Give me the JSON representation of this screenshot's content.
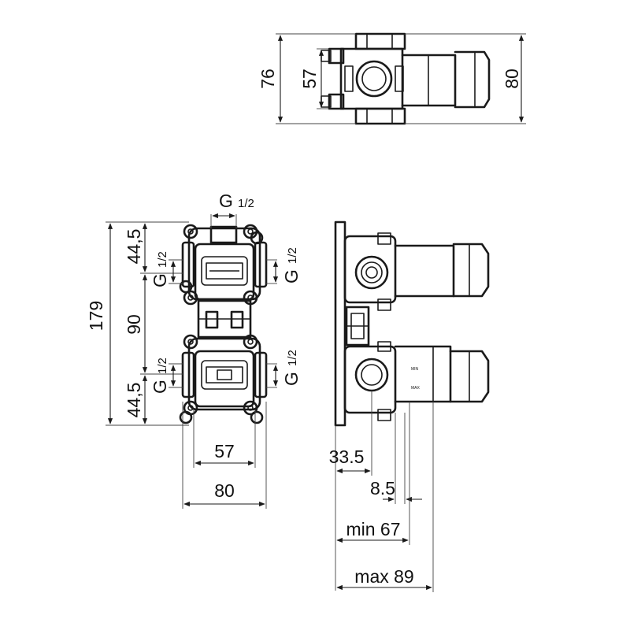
{
  "top_view": {
    "dim_76": "76",
    "dim_57": "57",
    "dim_80": "80"
  },
  "front_view": {
    "g_top_label": "G",
    "g_top_frac": "1/2",
    "dim_44_5_top": "44,5",
    "dim_44_5_bottom": "44,5",
    "dim_179": "179",
    "dim_90": "90",
    "g_left_top_label": "G",
    "g_left_top_frac": "1/2",
    "g_left_bottom_label": "G",
    "g_left_bottom_frac": "1/2",
    "g_right_top_label": "G",
    "g_right_top_frac": "1/2",
    "g_right_bottom_label": "G",
    "g_right_bottom_frac": "1/2",
    "dim_57": "57",
    "dim_80": "80"
  },
  "side_view": {
    "dim_33_5": "33.5",
    "dim_8_5": "8.5",
    "dim_min_67": "min 67",
    "dim_max_89": "max 89",
    "label_min": "MIN",
    "label_max": "MAX"
  }
}
